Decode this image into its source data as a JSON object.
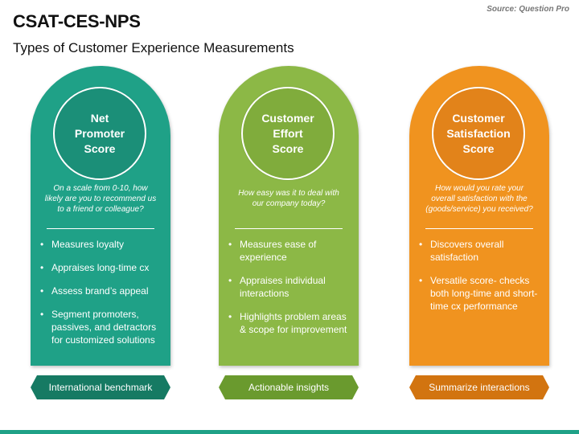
{
  "header": {
    "title": "CSAT-CES-NPS",
    "subtitle": "Types of Customer Experience Measurements",
    "source": "Source: Question Pro"
  },
  "colors": {
    "teal": "#1fa187",
    "teal_dark": "#167a63",
    "green": "#8cb846",
    "green_dark": "#6a9a2e",
    "orange": "#f0931f",
    "orange_dark": "#d27410"
  },
  "cards": [
    {
      "title_line1": "Net",
      "title_line2": "Promoter",
      "title_line3": "Score",
      "question": "On a scale from 0-10, how likely are you to recommend us to a friend or colleague?",
      "bullets": [
        "Measures loyalty",
        "Appraises long-time cx",
        "Assess brand’s appeal",
        "Segment promoters, passives, and detractors for customized solutions"
      ],
      "label": "International benchmark"
    },
    {
      "title_line1": "Customer",
      "title_line2": "Effort",
      "title_line3": "Score",
      "question": "How easy was it to deal with our company today?",
      "bullets": [
        "Measures ease of experience",
        "Appraises individual interactions",
        "Highlights problem areas & scope for improvement"
      ],
      "label": "Actionable insights"
    },
    {
      "title_line1": "Customer",
      "title_line2": "Satisfaction",
      "title_line3": "Score",
      "question": "How would you rate your overall satisfaction with the (goods/service) you received?",
      "bullets": [
        "Discovers overall satisfaction",
        "Versatile score- checks both long-time and short-time cx performance"
      ],
      "label": "Summarize interactions"
    }
  ]
}
